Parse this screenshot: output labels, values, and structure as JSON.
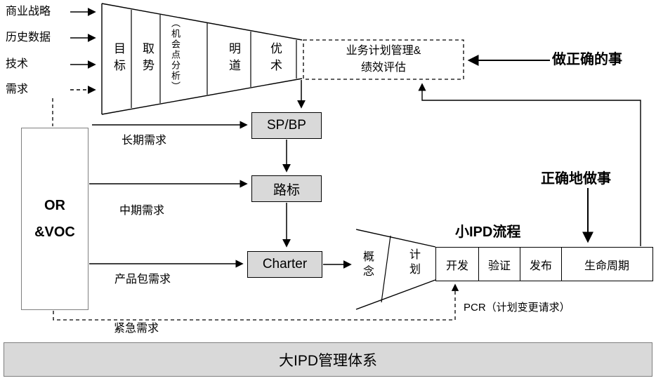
{
  "inputs": {
    "item1": "商业战略",
    "item2": "历史数据",
    "item3": "技术",
    "item4": "需求"
  },
  "funnel": {
    "col1": "目标",
    "col2": "取势",
    "col3": "（机会点分析）",
    "col4": "明道",
    "col5": "优术"
  },
  "plan_box": {
    "line1": "业务计划管理&",
    "line2": "绩效评估"
  },
  "callouts": {
    "do_right_things": "做正确的事",
    "do_things_right": "正确地做事",
    "small_ipd_title": "小IPD流程"
  },
  "or_voc": {
    "line1": "OR",
    "line2": "&VOC"
  },
  "flow_boxes": {
    "spbp": "SP/BP",
    "roadmap": "路标",
    "charter": "Charter"
  },
  "demand_labels": {
    "long_term": "长期需求",
    "mid_term": "中期需求",
    "product_pkg": "产品包需求",
    "urgent": "紧急需求"
  },
  "small_funnel": {
    "concept": "概念",
    "plan": "计划"
  },
  "process": {
    "dev": "开发",
    "verify": "验证",
    "release": "发布",
    "lifecycle": "生命周期"
  },
  "pcr_label": "PCR（计划变更请求）",
  "banner": "大IPD管理体系",
  "colors": {
    "box_fill": "#d9d9d9",
    "banner_fill": "#d9d9d9",
    "line": "#000000",
    "orvoc_border": "#7f7f7f"
  }
}
